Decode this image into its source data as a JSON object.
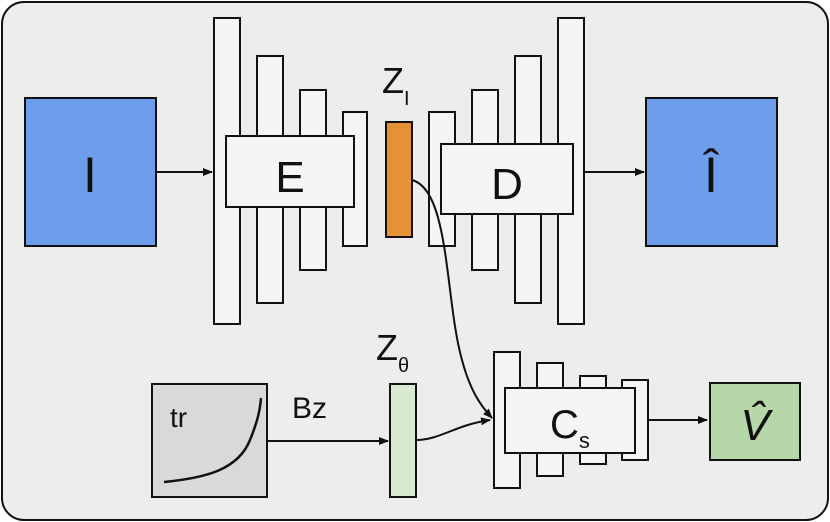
{
  "nodes": {
    "input": {
      "label": "I"
    },
    "encoder": {
      "label": "E"
    },
    "latent_i": {
      "label": "Z",
      "subscript": "I"
    },
    "decoder": {
      "label": "D"
    },
    "output": {
      "label": "Î"
    },
    "tr_plot": {
      "label": "tr"
    },
    "bz": {
      "label": "Bz"
    },
    "latent_theta": {
      "label": "Z",
      "subscript": "θ"
    },
    "classifier": {
      "label": "C",
      "subscript": "s"
    },
    "prediction": {
      "label": "V̂"
    }
  },
  "colors": {
    "panel_bg": "#ededed",
    "blue_box": "#6d9eeb",
    "orange_latent": "#e69138",
    "green": "#b6d7a8",
    "light_green": "#d9ead3",
    "white_box": "#f5f5f5",
    "tr_box": "#d9d9d9"
  }
}
